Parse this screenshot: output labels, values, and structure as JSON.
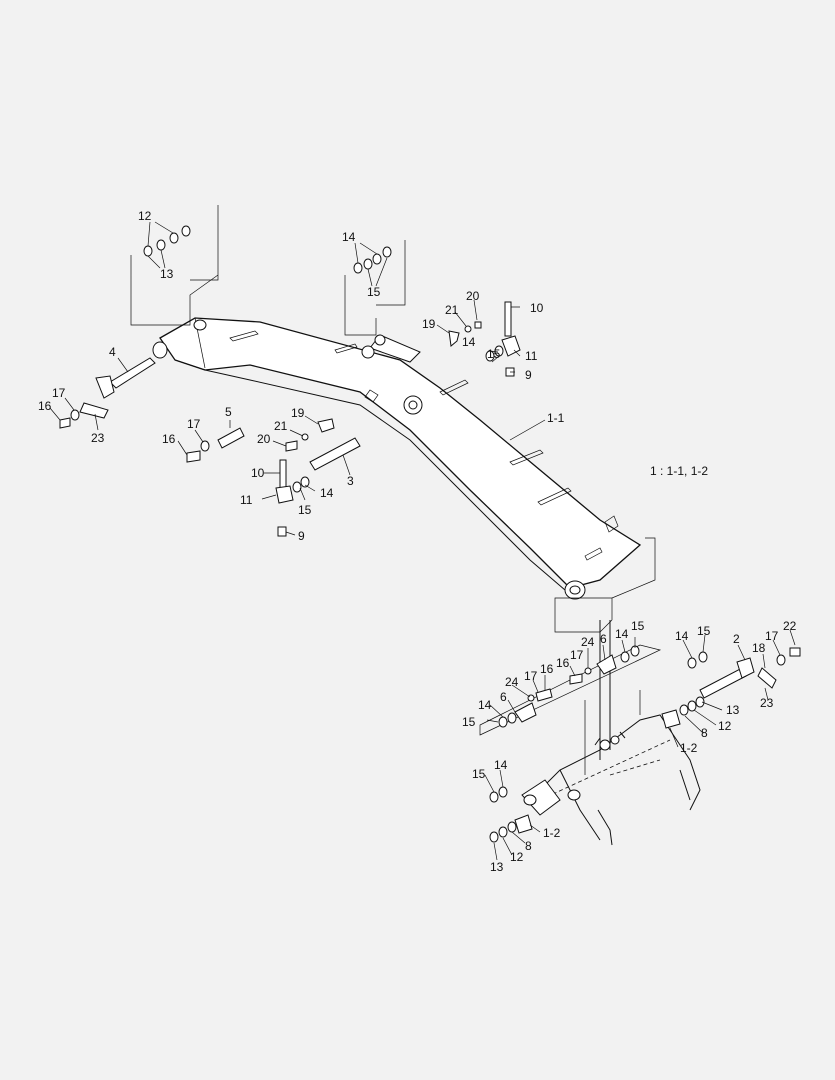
{
  "diagram": {
    "note": "1 : 1-1, 1-2",
    "labels": {
      "n12_top": "12",
      "n13_top": "13",
      "n14_top": "14",
      "n15_top": "15",
      "n20_a": "20",
      "n21_a": "21",
      "n10_a": "10",
      "n19_a": "19",
      "n14_a": "14",
      "n15_a": "15",
      "n11_a": "11",
      "n9_a": "9",
      "n4": "4",
      "n17_l": "17",
      "n16_l": "16",
      "n23_l": "23",
      "n1_1": "1-1",
      "n5": "5",
      "n17_b": "17",
      "n16_b": "16",
      "n19_b": "19",
      "n21_b": "21",
      "n20_b": "20",
      "n10_b": "10",
      "n11_b": "11",
      "n14_b": "14",
      "n15_b": "15",
      "n3": "3",
      "n9_b": "9",
      "n24_a": "24",
      "n6_a": "6",
      "n14_c": "14",
      "n15_c": "15",
      "n17_c": "17",
      "n16_c": "16",
      "n24_b": "24",
      "n17_d": "17",
      "n16_d": "16",
      "n14_d": "14",
      "n6_b": "6",
      "n15_d": "15",
      "n14_e": "14",
      "n15_e": "15",
      "n2": "2",
      "n17_r": "17",
      "n22": "22",
      "n18": "18",
      "n23_r": "23",
      "n13_r": "13",
      "n12_r": "12",
      "n8_r": "8",
      "n1_2_r": "1-2",
      "n15_f": "15",
      "n14_f": "14",
      "n1_2_l": "1-2",
      "n8_l": "8",
      "n12_l": "12",
      "n13_l": "13"
    }
  }
}
